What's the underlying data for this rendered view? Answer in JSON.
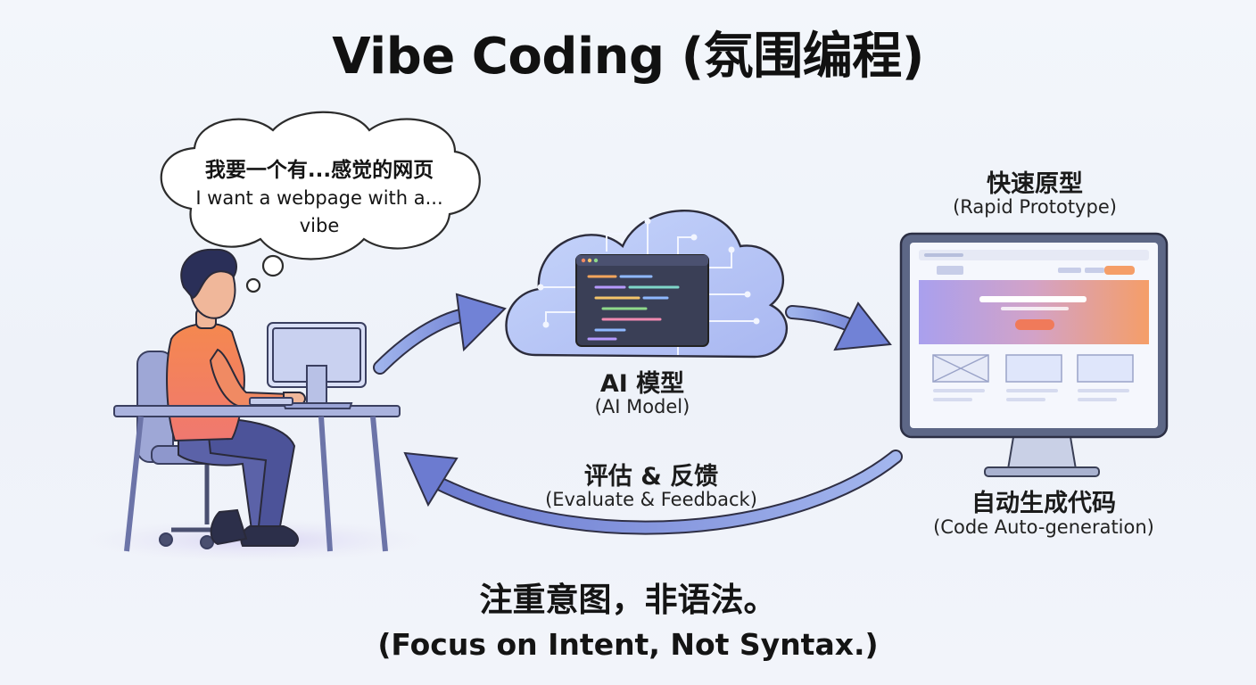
{
  "title": "Vibe Coding (氛围编程)",
  "thought": {
    "cn": "我要一个有...感觉的网页",
    "en_line1": "I want a webpage with a...",
    "en_line2": "vibe"
  },
  "ai_model": {
    "cn": "AI 模型",
    "en": "(AI Model)"
  },
  "prototype": {
    "cn": "快速原型",
    "en": "(Rapid Prototype)"
  },
  "codegen": {
    "cn": "自动生成代码",
    "en": "(Code Auto-generation)"
  },
  "feedback": {
    "cn": "评估 & 反馈",
    "en": "(Evaluate & Feedback)"
  },
  "footer": {
    "cn": "注重意图，非语法。",
    "en": "(Focus on Intent, Not Syntax.)"
  },
  "colors": {
    "arrow": "#7f8fd8",
    "shirt": "#f6855b",
    "pants": "#5b62a8",
    "desk": "#aab3de",
    "monitor_frame": "#5d6786",
    "hero_gradient_start": "#a9a0ee",
    "hero_gradient_end": "#f59e68",
    "cloud_fill": "#b9c8f6"
  }
}
